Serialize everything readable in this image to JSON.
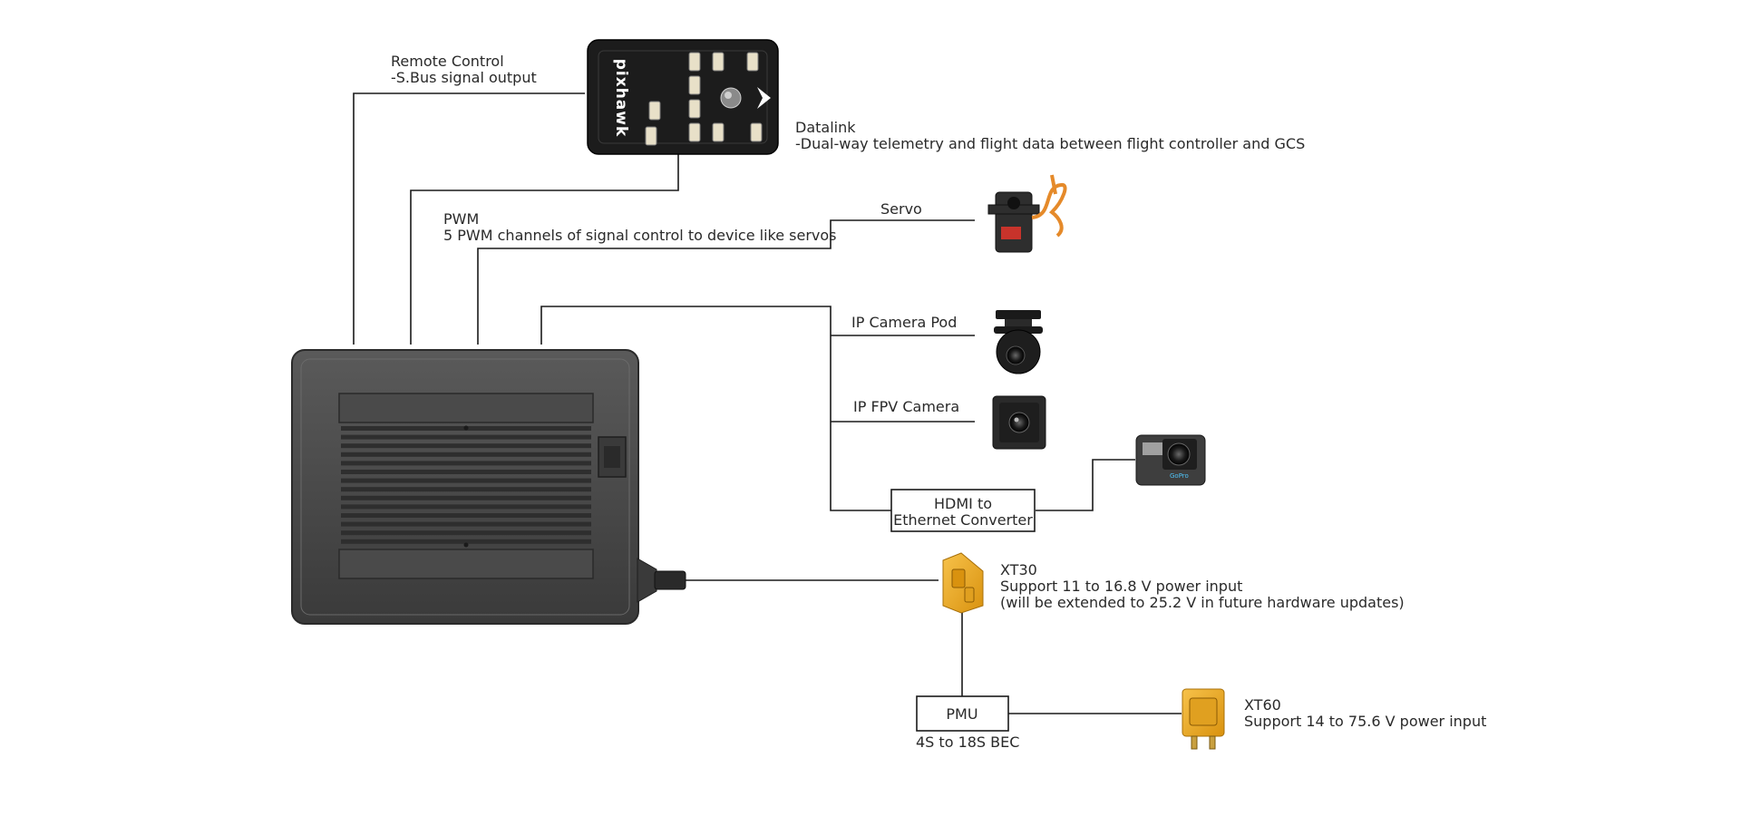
{
  "devices": {
    "flight_controller": {
      "brand": "pixhawk"
    },
    "remote_control": {
      "title": "Remote Control",
      "detail": "-S.Bus signal output"
    },
    "datalink": {
      "title": "Datalink",
      "detail": "-Dual-way telemetry and flight data between flight controller and GCS"
    },
    "pwm": {
      "title": "PWM",
      "detail": "5 PWM channels of signal control to device like servos"
    },
    "servo": {
      "label": "Servo"
    },
    "ip_camera_pod": {
      "label": "IP Camera Pod"
    },
    "ip_fpv_camera": {
      "label": "IP FPV Camera"
    },
    "hdmi_converter": {
      "line1": "HDMI to",
      "line2": "Ethernet Converter"
    },
    "action_camera": {
      "brand": "GoPro"
    },
    "xt30": {
      "title": "XT30",
      "detail1": "Support 11 to 16.8 V power input",
      "detail2": "(will be extended to 25.2 V in future hardware updates)"
    },
    "pmu": {
      "label": "PMU",
      "sub": "4S to 18S BEC"
    },
    "xt60": {
      "title": "XT60",
      "detail": "Support 14 to 75.6 V power input"
    }
  },
  "colors": {
    "line": "#1a1a1a",
    "device_body": "#4a4a4a",
    "connector_yellow": "#f2b01e",
    "servo_red": "#c8332b",
    "cable_orange": "#e58a2a"
  }
}
